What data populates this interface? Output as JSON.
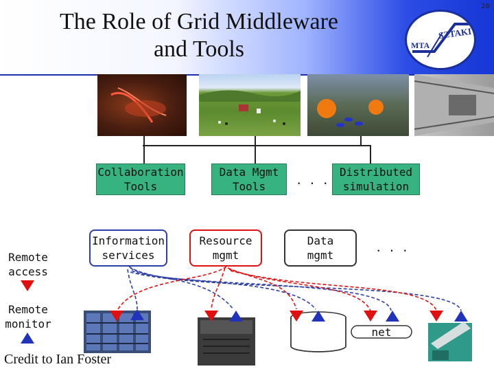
{
  "slide": {
    "number": "28",
    "title_line1": "The Role of Grid Middleware",
    "title_line2": "and Tools",
    "credit": "Credit to Ian Foster"
  },
  "logo": {
    "left_text": "MTA",
    "right_text": "SZTAKI"
  },
  "tools": {
    "collaboration": [
      "Collaboration",
      "Tools"
    ],
    "data_mgmt": [
      "Data Mgmt",
      "Tools"
    ],
    "ellipsis": ". . .",
    "distributed": [
      "Distributed",
      "simulation"
    ]
  },
  "services": {
    "information": [
      "Information",
      "services"
    ],
    "resource": [
      "Resource",
      "mgmt"
    ],
    "data": [
      "Data",
      "mgmt"
    ],
    "ellipsis": ". . ."
  },
  "legend": {
    "remote_access": [
      "Remote",
      "access"
    ],
    "remote_monitor": [
      "Remote",
      "monitor"
    ]
  },
  "resources": {
    "net_label": "net"
  },
  "colors": {
    "green_box": "#36b37e",
    "blue_accent": "#2c3fa6",
    "red_accent": "#dd1111",
    "access_marker": "#e01010",
    "monitor_marker": "#2233bb"
  }
}
